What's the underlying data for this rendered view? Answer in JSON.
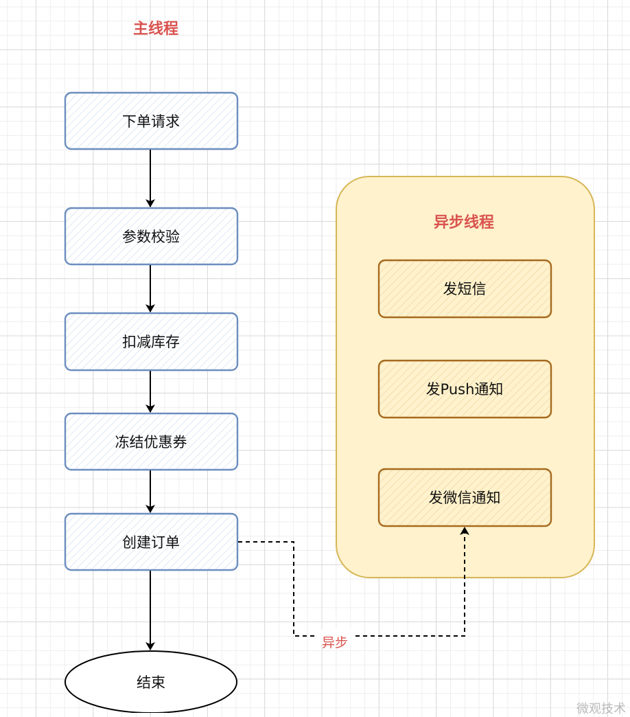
{
  "main_thread": {
    "title": "主线程",
    "steps": [
      {
        "label": "下单请求"
      },
      {
        "label": "参数校验"
      },
      {
        "label": "扣减库存"
      },
      {
        "label": "冻结优惠券"
      },
      {
        "label": "创建订单"
      }
    ],
    "end_label": "结束"
  },
  "async_thread": {
    "title": "异步线程",
    "tasks": [
      {
        "label": "发短信"
      },
      {
        "label": "发Push通知"
      },
      {
        "label": "发微信通知"
      }
    ]
  },
  "async_edge": {
    "label": "异步",
    "style": "dashed"
  },
  "colors": {
    "title_red": "#d9534f",
    "main_node_border": "#6c8ebf",
    "main_node_hatch": "#c9d9ee",
    "async_container_fill": "#fff2cc",
    "async_container_border": "#d6b656",
    "async_node_border": "#a66a1e",
    "async_node_hatch": "#e6cf9a",
    "edge": "#000000"
  },
  "watermark": "微观技术"
}
